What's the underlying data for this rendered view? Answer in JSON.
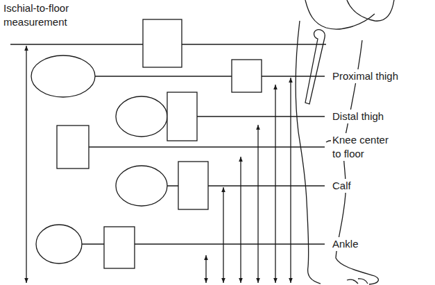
{
  "diagram": {
    "labels": [
      "Ischial-to-floor measurement",
      "Proximal thigh",
      "Distal thigh",
      "Knee center to floor",
      "Calf",
      "Ankle"
    ]
  }
}
